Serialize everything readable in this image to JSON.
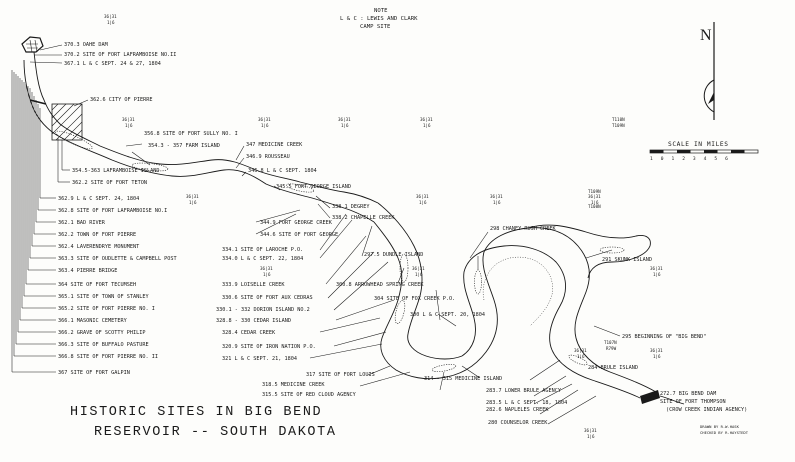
{
  "title": {
    "line1": "HISTORIC  SITES  IN  BIG  BEND",
    "line2": "RESERVOIR  -- SOUTH DAKOTA"
  },
  "note": {
    "line1": "NOTE",
    "line2": "L & C : LEWIS AND CLARK",
    "line3": "CAMP SITE"
  },
  "north_label": "N",
  "scale": {
    "title": "SCALE  IN  MILES",
    "numbers": "1  0  1  2  3  4  5  6"
  },
  "credits": {
    "line1": "DRAWN BY  R.W.HASK",
    "line2": "CHECKED BY  R.HAYSTEDT"
  },
  "township": {
    "t110n": "T110N",
    "t109n": "T109N",
    "t108n": "T108N",
    "t107n": "T107N",
    "t109n_b": "T109N",
    "r79w": "R79W"
  },
  "sections": {
    "a1": "36|31",
    "a2": "1|6",
    "b1": "36|31",
    "b2": "1|6",
    "c1": "36|31",
    "c2": "1|6",
    "d1": "36|31",
    "d2": "1|6",
    "e1": "36|31",
    "e2": "1|6",
    "f1": "36|31",
    "f2": "1|6",
    "g1": "36|31",
    "g2": "1|6",
    "h1": "36|31",
    "h2": "1|6",
    "i1": "36|31",
    "i2": "1|6",
    "j1": "36|31",
    "j2": "1|6",
    "k1": "36|31",
    "k2": "1|6",
    "l1": "36|31",
    "l2": "1|6",
    "m1": "36|31",
    "m2": "1|6",
    "n1": "36|31",
    "n2": "1|6",
    "o1": "36|31",
    "o2": "1|6"
  },
  "sites_left": [
    "370.3  OAHE DAM",
    "370.2  SITE OF FORT LAFRAMBOISE NO.II",
    "367.1  L & C SEPT. 24 & 27, 1804",
    "362.6  CITY OF PIERRE",
    "354.5-363 LAFRAMBOISE ISLAND",
    "362.2  SITE OF FORT TETON",
    "362.9  L & C SEPT. 24, 1804",
    "362.8  SITE OF FORT LAFRAMBOISE NO.I",
    "362.1  BAD RIVER",
    "362.2  TOWN OF FORT PIERRE",
    "362.4  LAVERENDRYE MONUMENT",
    "363.3  SITE OF OUDLETTE & CAMPBELL POST",
    "363.4  PIERRE BRIDGE",
    "364  SITE OF FORT TECUMSEH",
    "365.1  SITE OF TOWN OF STANLEY",
    "365.2  SITE OF FORT PIERRE NO. I",
    "366.1  MASONIC CEMETERY",
    "366.2  GRAVE OF SCOTTY PHILIP",
    "366.3  SITE OF BUFFALO PASTURE",
    "366.8  SITE OF FORT PIERRE NO. II",
    "367  SITE OF FORT GALPIN"
  ],
  "sites_upper": [
    "356.8  SITE OF FORT SULLY NO. I",
    "354.3 - 357  FARM ISLAND",
    "347  MEDICINE CREEK",
    "346.9  ROUSSEAU",
    "346.8  L & C SEPT. 1804",
    "345.5  FORT GEORGE ISLAND",
    "338.1  DEGREY",
    "338.2  CHAPELLE CREEK",
    "344.9  FORT GEORGE CREEK",
    "344.6  SITE OF FORT GEORGE"
  ],
  "sites_middle": [
    "334.1  SITE OF LAROCHE P.O.",
    "334.0  L & C SEPT. 22, 1804",
    "333.9  LOISELLE CREEK",
    "330.6  SITE OF FORT AUX CEDRAS",
    "330.1 - 332  DORION ISLAND NO.2",
    "328.8 - 330  CEDAR ISLAND",
    "328.4  CEDAR CREEK",
    "320.9  SITE OF IRON NATION P.O.",
    "321  L & C SEPT. 21, 1804",
    "317  SITE OF FORT LOUIS",
    "318.5  MEDICINE CREEK",
    "315.5  SITE OF RED CLOUD AGENCY"
  ],
  "sites_bend": [
    "297.5  DUNDLE ISLAND",
    "300.8  ARROWHEAD SPRING CREEK",
    "304  SITE OF FOX CREEK P.O.",
    "300  L & C SEPT. 20, 1804",
    "298  CHANEY RUSH CREEK",
    "291  SKUNK ISLAND",
    "295  BEGINNING OF \"BIG BEND\"",
    "284  BRULE ISLAND",
    "314 - 315  MEDICINE ISLAND",
    "283.7  LOWER BRULE AGENCY",
    "283.5  L & C SEPT. 18, 1804",
    "282.6  NAPLELES CREEK",
    "280  COUNSELOR CREEK",
    "272.7  BIG BEND DAM",
    "SITE OF FORT THOMPSON",
    "(CROW CREEK INDIAN AGENCY)"
  ]
}
